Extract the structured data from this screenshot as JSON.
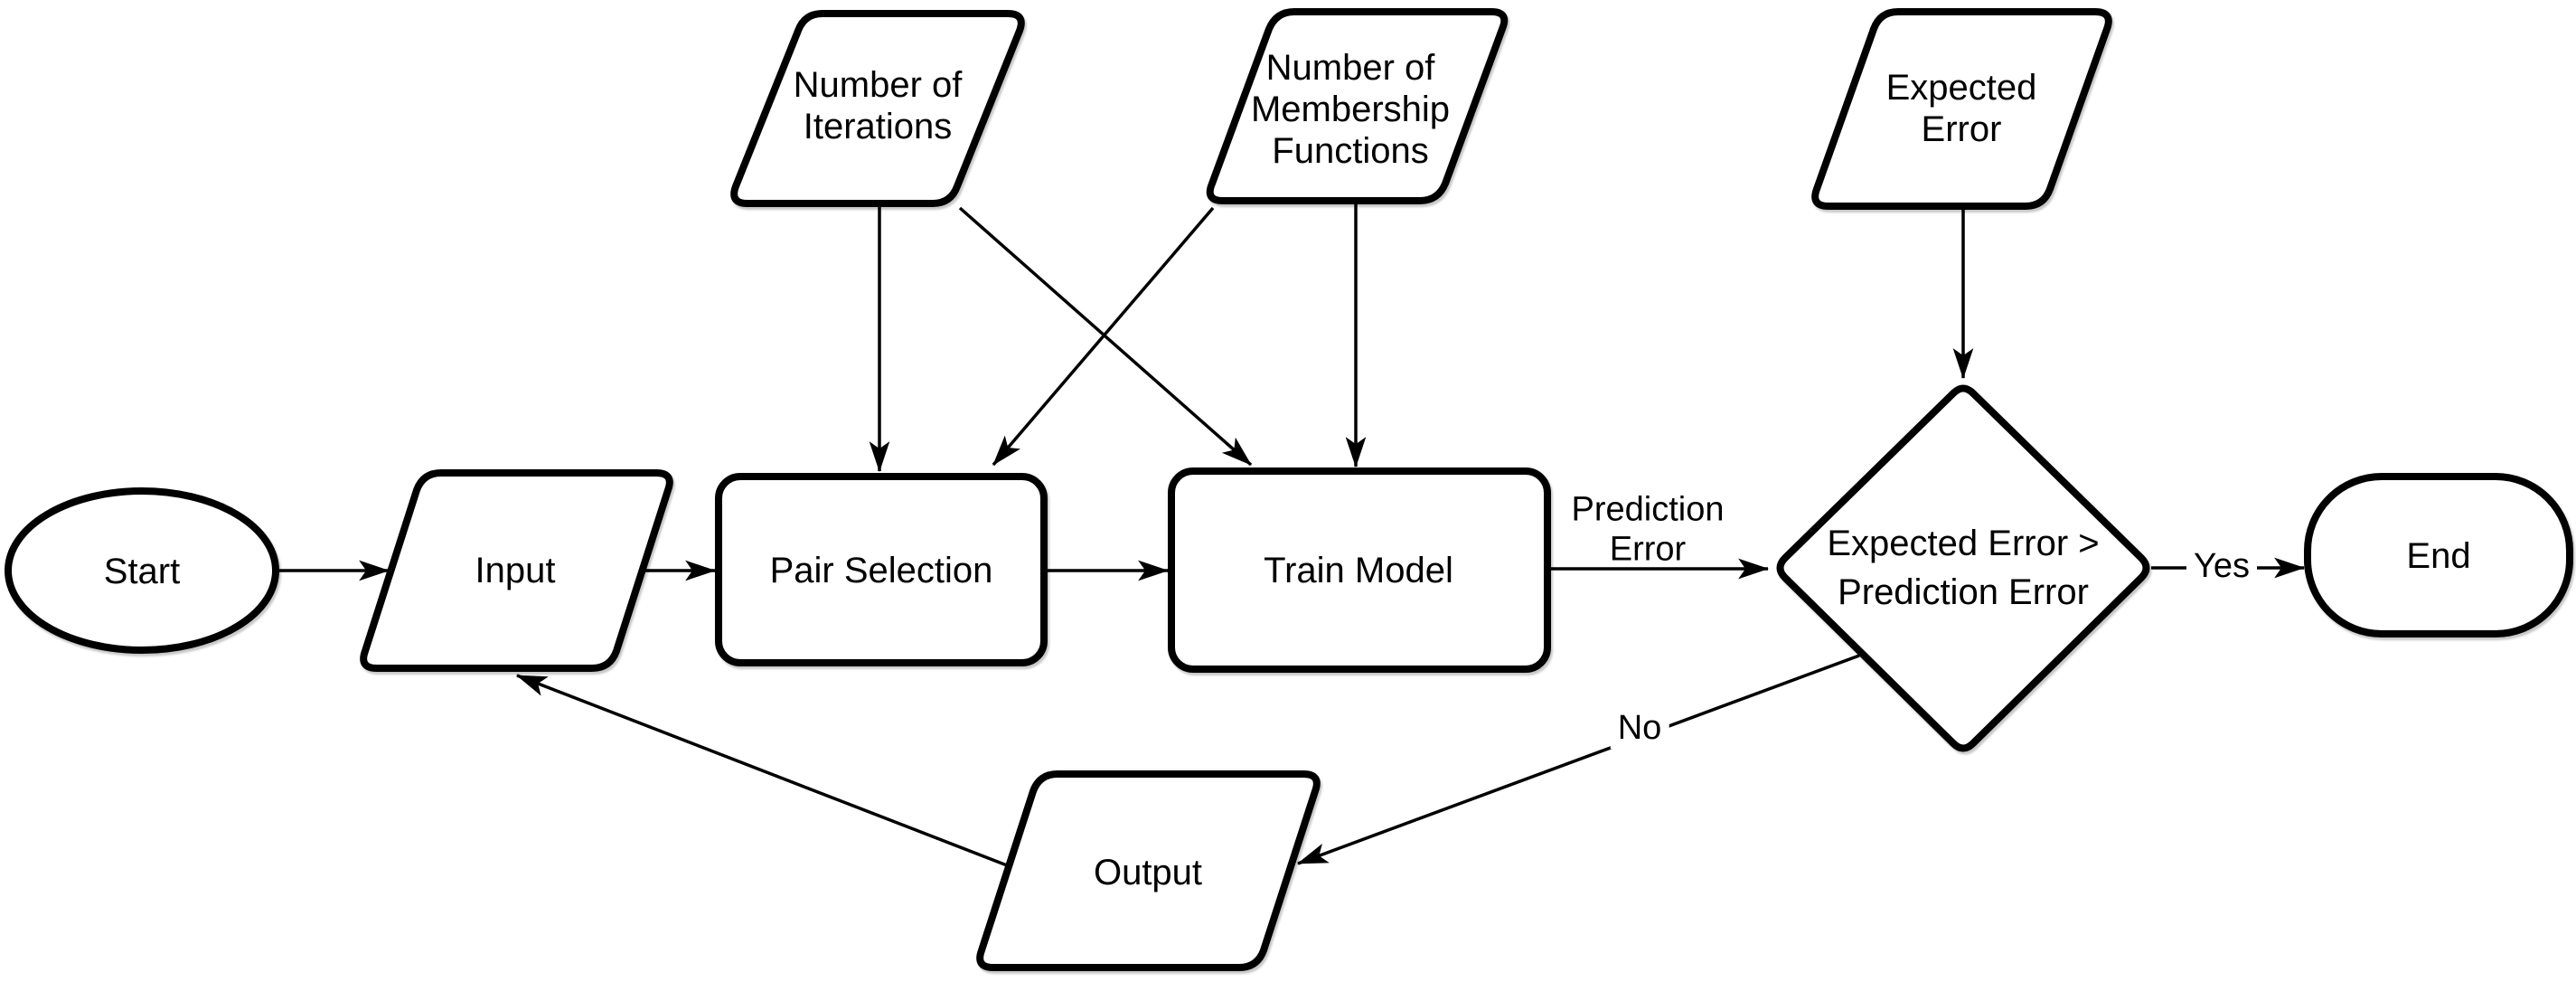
{
  "diagram": {
    "type": "flowchart",
    "colors": {
      "stroke": "#000000",
      "fill": "#ffffff",
      "text": "#000000",
      "background": "#ffffff"
    },
    "nodes": {
      "start": {
        "type": "terminator",
        "label": "Start"
      },
      "input": {
        "type": "data-parallelogram",
        "label": "Input"
      },
      "pair_selection": {
        "type": "process",
        "label": "Pair Selection"
      },
      "train_model": {
        "type": "process",
        "label": "Train Model"
      },
      "num_iterations": {
        "type": "data-parallelogram",
        "lines": [
          "Number of",
          "Iterations"
        ]
      },
      "num_membership": {
        "type": "data-parallelogram",
        "lines": [
          "Number of",
          "Membership",
          "Functions"
        ]
      },
      "expected_error": {
        "type": "data-parallelogram",
        "lines": [
          "Expected",
          "Error"
        ]
      },
      "decision": {
        "type": "decision-diamond",
        "lines": [
          "Expected Error >",
          "Prediction Error"
        ]
      },
      "end": {
        "type": "terminator",
        "label": "End"
      },
      "output": {
        "type": "data-parallelogram",
        "label": "Output"
      }
    },
    "edge_labels": {
      "prediction_error": {
        "lines": [
          "Prediction",
          "Error"
        ]
      },
      "yes": "Yes",
      "no": "No"
    },
    "edges": [
      {
        "from": "start",
        "to": "input"
      },
      {
        "from": "input",
        "to": "pair_selection"
      },
      {
        "from": "pair_selection",
        "to": "train_model"
      },
      {
        "from": "train_model",
        "to": "decision",
        "label": "Prediction Error"
      },
      {
        "from": "num_iterations",
        "to": "pair_selection"
      },
      {
        "from": "num_iterations",
        "to": "train_model"
      },
      {
        "from": "num_membership",
        "to": "pair_selection"
      },
      {
        "from": "num_membership",
        "to": "train_model"
      },
      {
        "from": "expected_error",
        "to": "decision"
      },
      {
        "from": "decision",
        "to": "end",
        "label": "Yes"
      },
      {
        "from": "decision",
        "to": "output",
        "label": "No"
      },
      {
        "from": "output",
        "to": "input"
      }
    ]
  }
}
